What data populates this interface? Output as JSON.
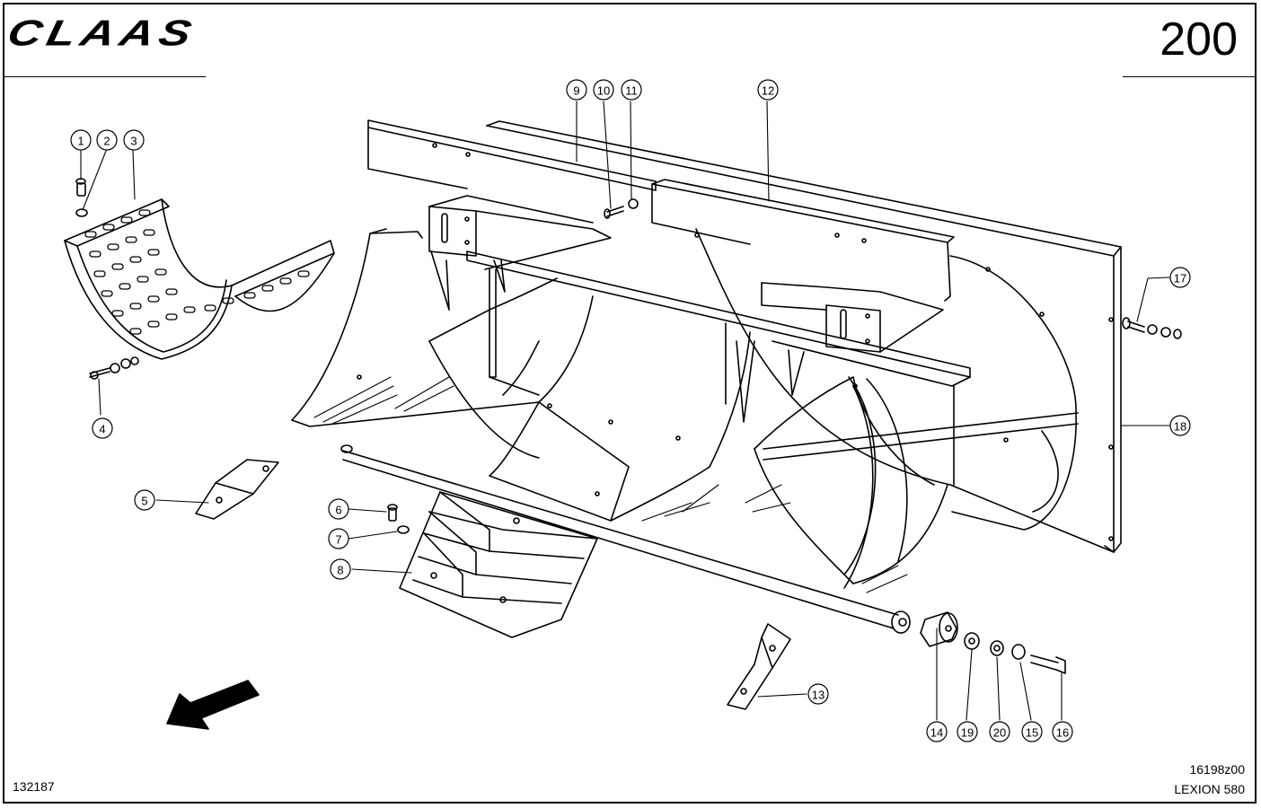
{
  "header": {
    "brand": "CLAAS",
    "page_number": "200"
  },
  "footer": {
    "left_code": "132187",
    "drawing_code": "16198z00",
    "model": "LEXION 580"
  },
  "callouts": [
    "1",
    "2",
    "3",
    "4",
    "5",
    "6",
    "7",
    "8",
    "9",
    "10",
    "11",
    "12",
    "13",
    "14",
    "15",
    "16",
    "17",
    "18",
    "19",
    "20"
  ],
  "icons": {
    "direction_arrow": "arrow-down-left-icon"
  }
}
